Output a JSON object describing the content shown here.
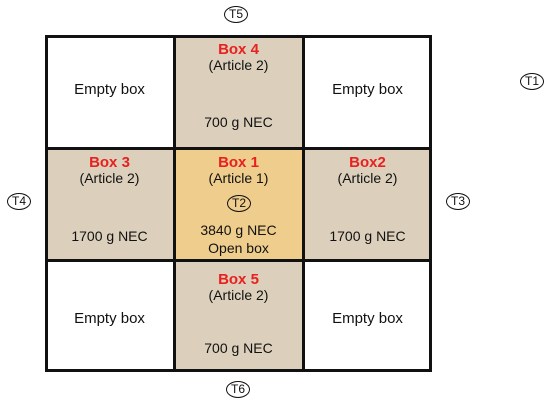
{
  "colors": {
    "article2_box": "#dcd0bc",
    "open_box": "#efce8d",
    "empty_box": "#ffffff",
    "label_red": "#e8201f",
    "line": "#111111"
  },
  "boxes": {
    "box4": {
      "name": "Box 4",
      "article": "(Article 2)",
      "weight": "700 g NEC"
    },
    "box3": {
      "name": "Box 3",
      "article": "(Article 2)",
      "weight": "1700 g NEC"
    },
    "box1": {
      "name": "Box 1",
      "article": "(Article 1)",
      "weight": "3840 g NEC",
      "status": "Open box",
      "tag": "T2"
    },
    "box2": {
      "name": "Box2",
      "article": "(Article 2)",
      "weight": "1700 g NEC"
    },
    "box5": {
      "name": "Box 5",
      "article": "(Article 2)",
      "weight": "700 g NEC"
    }
  },
  "empty": {
    "top_left": "Empty box",
    "top_right": "Empty box",
    "bottom_left": "Empty box",
    "bottom_right": "Empty box"
  },
  "tags": {
    "t1": "T1",
    "t3": "T3",
    "t4": "T4",
    "t5": "T5",
    "t6": "T6"
  }
}
